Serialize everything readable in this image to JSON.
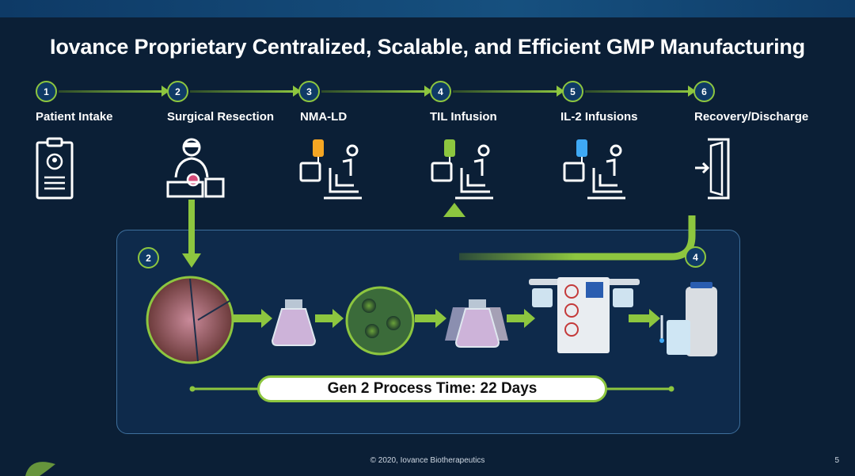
{
  "title": "Iovance Proprietary Centralized, Scalable, and Efficient GMP Manufacturing",
  "steps": [
    {
      "num": "1",
      "label": "Patient Intake"
    },
    {
      "num": "2",
      "label": "Surgical Resection"
    },
    {
      "num": "3",
      "label": "NMA-LD"
    },
    {
      "num": "4",
      "label": "TIL Infusion"
    },
    {
      "num": "5",
      "label": "IL-2 Infusions"
    },
    {
      "num": "6",
      "label": "Recovery/Discharge"
    }
  ],
  "process": {
    "start_num": "2",
    "end_num": "4",
    "time_label": "Gen 2 Process Time: 22 Days"
  },
  "footer": {
    "copyright": "© 2020, Iovance Biotherapeutics",
    "page": "5"
  },
  "colors": {
    "accent": "#8dc63f",
    "background": "#0b1f36"
  }
}
